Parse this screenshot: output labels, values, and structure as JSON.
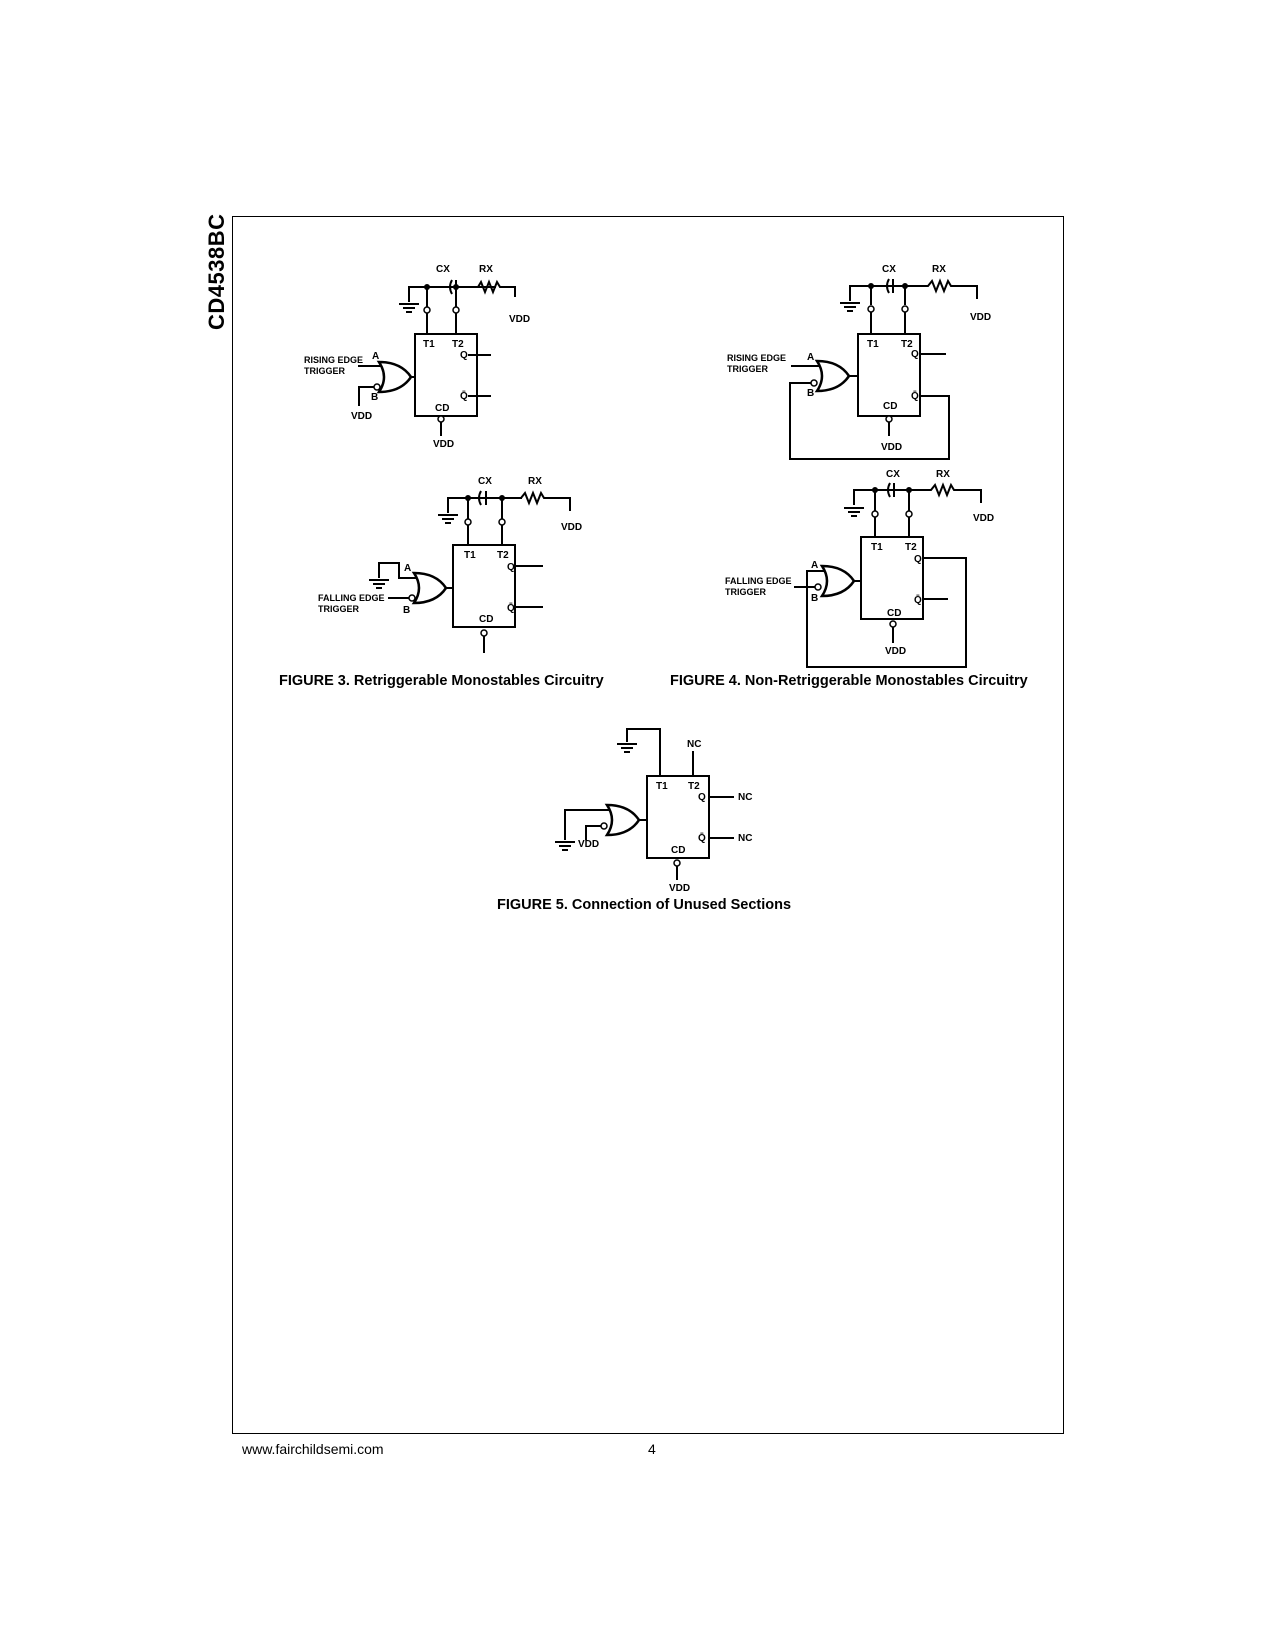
{
  "document": {
    "side_title": "CD4538BC",
    "page_number": "4",
    "footer_url": "www.fairchildsemi.com"
  },
  "labels": {
    "cx": "CX",
    "rx": "RX",
    "vdd": "VDD",
    "t1": "T1",
    "t2": "T2",
    "q": "Q",
    "q_bar": "Q̄",
    "cd": "CD",
    "a": "A",
    "b": "B",
    "nc": "NC",
    "rising_edge_line1": "RISING EDGE",
    "rising_edge_line2": "TRIGGER",
    "falling_edge_line1": "FALLING EDGE",
    "falling_edge_line2": "TRIGGER"
  },
  "figures": [
    {
      "id": "figure-3",
      "caption": "FIGURE 3. Retriggerable Monostables Circuitry"
    },
    {
      "id": "figure-4",
      "caption": "FIGURE 4. Non-Retriggerable Monostables Circuitry"
    },
    {
      "id": "figure-5",
      "caption": "FIGURE 5. Connection of Unused Sections"
    }
  ]
}
